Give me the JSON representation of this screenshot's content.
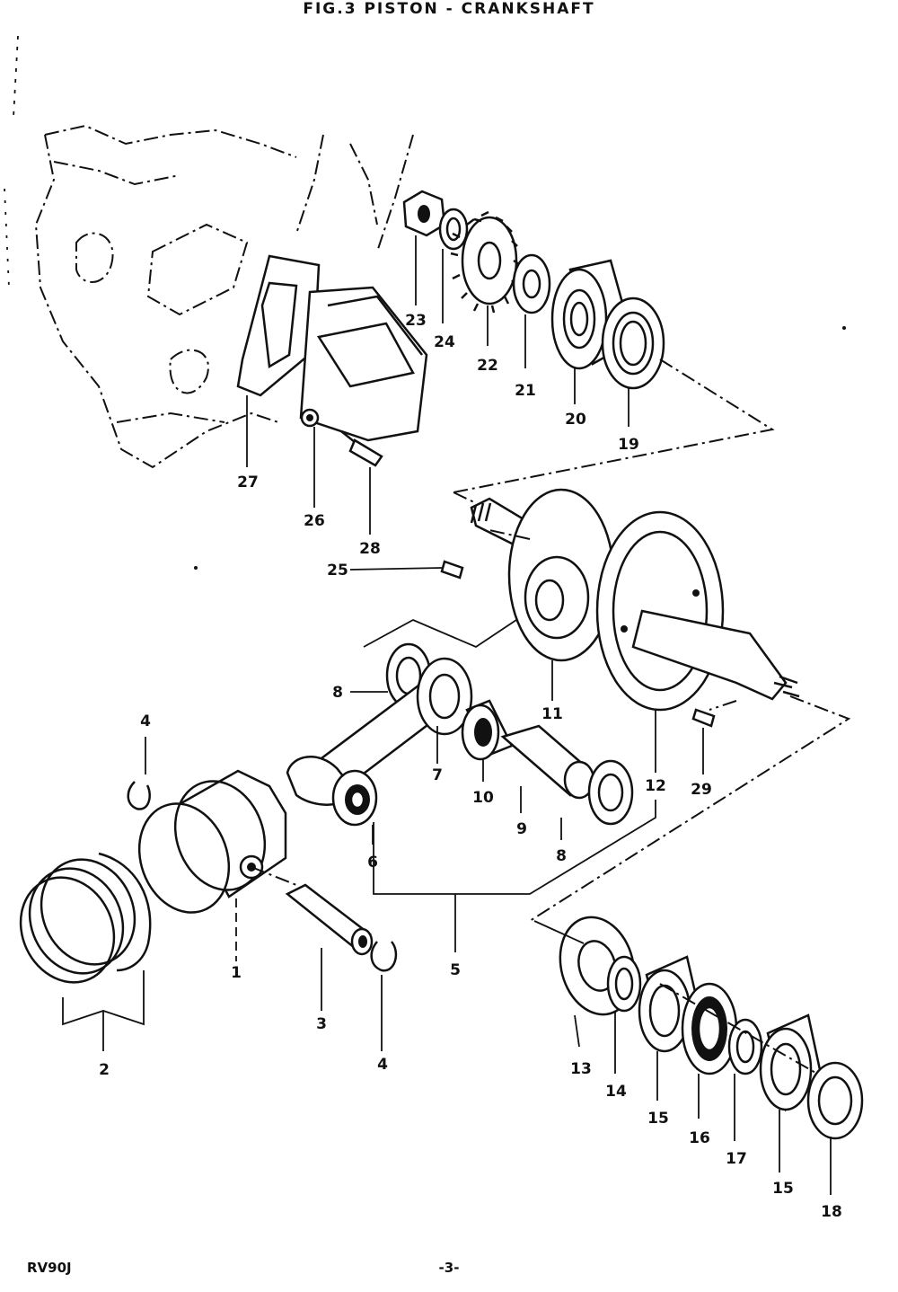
{
  "title": "FIG.3  PISTON - CRANKSHAFT",
  "footer": {
    "model": "RV90J",
    "page": "-3-"
  },
  "callouts": [
    "1",
    "2",
    "3",
    "4",
    "4",
    "5",
    "6",
    "7",
    "8",
    "8",
    "9",
    "10",
    "11",
    "12",
    "13",
    "14",
    "15",
    "15",
    "16",
    "17",
    "18",
    "19",
    "20",
    "21",
    "22",
    "23",
    "24",
    "25",
    "26",
    "27",
    "28",
    "29"
  ]
}
